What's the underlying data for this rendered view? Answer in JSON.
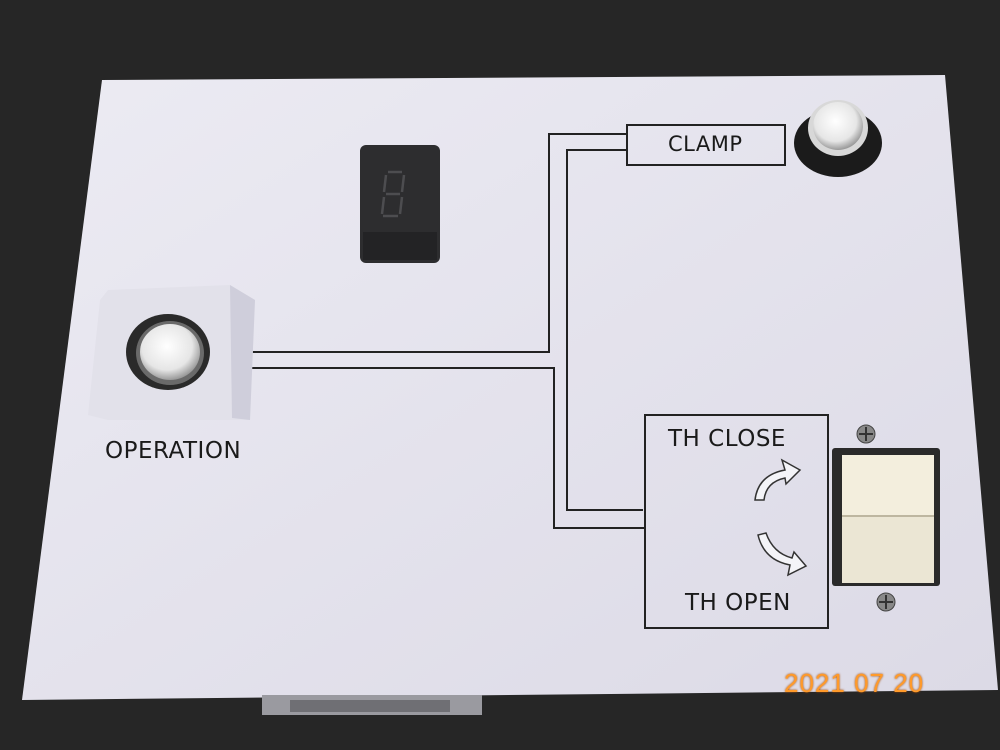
{
  "panel": {
    "clamp_label": "CLAMP",
    "operation_label": "OPERATION",
    "th_close_label": "TH CLOSE",
    "th_open_label": "TH OPEN",
    "display_digit": "8"
  },
  "photo": {
    "date_stamp": "2021 07 20"
  },
  "colors": {
    "panel": "#e6e4ee",
    "background": "#262626",
    "date": "#ff9a2a"
  }
}
